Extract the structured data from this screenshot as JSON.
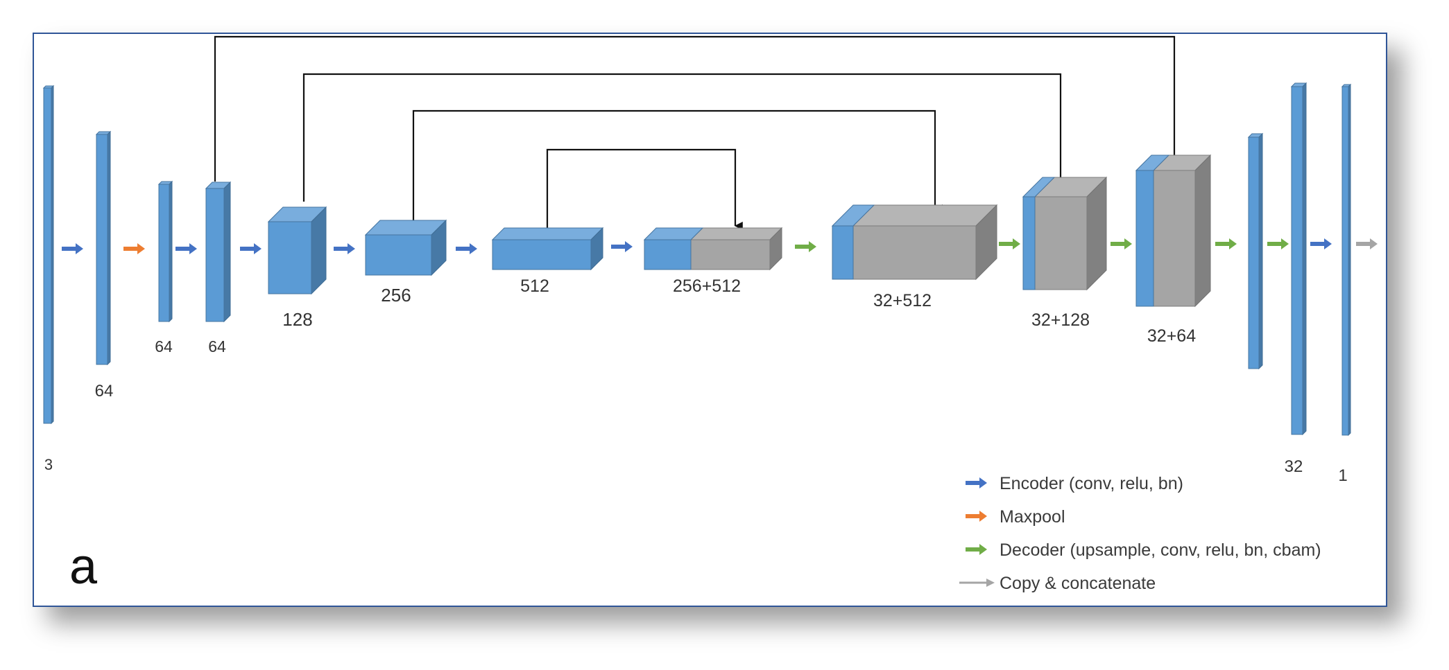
{
  "colors": {
    "encoder_block": "#5b9bd5",
    "concat_block": "#a5a5a5",
    "encoder_arrow": "#4472c4",
    "maxpool_arrow": "#ed7d31",
    "decoder_arrow": "#70ad47",
    "copy_arrow": "#a5a5a5",
    "frame_border": "#2f5597"
  },
  "blocks": [
    {
      "label": "3",
      "type": "encoder"
    },
    {
      "label": "64",
      "type": "encoder"
    },
    {
      "label": "64",
      "type": "encoder"
    },
    {
      "label": "64",
      "type": "encoder"
    },
    {
      "label": "128",
      "type": "encoder"
    },
    {
      "label": "256",
      "type": "encoder"
    },
    {
      "label": "512",
      "type": "encoder"
    },
    {
      "label": "256+512",
      "type": "concat"
    },
    {
      "label": "32+512",
      "type": "concat"
    },
    {
      "label": "32+128",
      "type": "concat"
    },
    {
      "label": "32+64",
      "type": "concat"
    },
    {
      "label": "",
      "type": "encoder"
    },
    {
      "label": "32",
      "type": "encoder"
    },
    {
      "label": "1",
      "type": "encoder"
    }
  ],
  "flow_arrows": [
    "encoder",
    "maxpool",
    "encoder",
    "encoder",
    "encoder",
    "encoder",
    "encoder",
    "decoder",
    "decoder",
    "decoder",
    "decoder",
    "decoder",
    "encoder",
    "copy"
  ],
  "legend": [
    {
      "label": "Encoder (conv, relu, bn)",
      "kind": "encoder"
    },
    {
      "label": "Maxpool",
      "kind": "maxpool"
    },
    {
      "label": "Decoder (upsample, conv, relu, bn, cbam)",
      "kind": "decoder"
    },
    {
      "label": "Copy & concatenate",
      "kind": "copy"
    }
  ],
  "panel_label": "a"
}
